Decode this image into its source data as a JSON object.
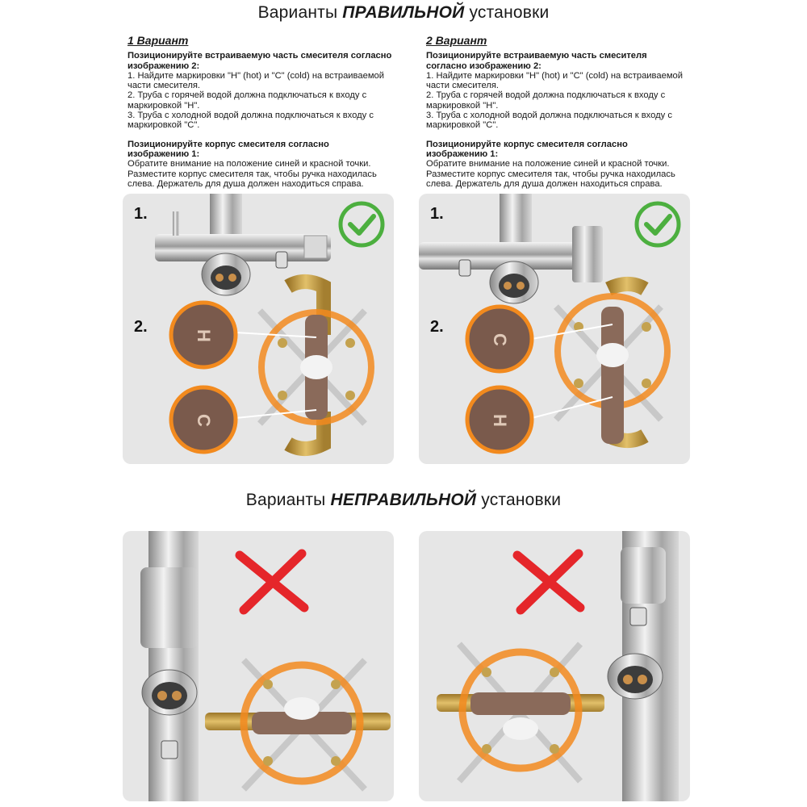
{
  "titles": {
    "correct_prefix": "Варианты ",
    "correct_bold": "ПРАВИЛЬНОЙ",
    "correct_suffix": " установки",
    "wrong_prefix": "Варианты ",
    "wrong_bold": "НЕПРАВИЛЬНОЙ",
    "wrong_suffix": " установки"
  },
  "variant1": {
    "heading": "1 Вариант",
    "block1_title_a": "Позиционируйте встраиваемую часть смесителя согласно",
    "block1_title_b": "изображению 2:",
    "lines1": [
      "1. Найдите маркировки \"H\" (hot) и \"C\" (cold) на встраиваемой",
      "части смесителя.",
      "2. Труба с горячей водой должна подключаться к входу с",
      "маркировкой \"H\".",
      "3. Труба с холодной водой должна подключаться к входу с",
      "маркировкой \"C\"."
    ],
    "block2_title_a": "Позиционируйте корпус смесителя согласно",
    "block2_title_b": "изображению 1:",
    "lines2": [
      "Обратите внимание на положение синей и красной точки.",
      "Разместите корпус смесителя так, чтобы ручка находилась",
      "слева. Держатель для душа должен находиться справа."
    ]
  },
  "variant2": {
    "heading": "2 Вариант",
    "block1_title_a": "Позиционируйте встраиваемую часть смесителя",
    "block1_title_b": "согласно изображению 2:",
    "lines1": [
      "1. Найдите маркировки \"H\" (hot) и \"C\" (cold) на встраиваемой",
      "части смесителя.",
      "2. Труба с горячей водой должна подключаться к входу с",
      "маркировкой \"H\".",
      "3. Труба с холодной водой должна подключаться к входу с",
      "маркировкой \"C\"."
    ],
    "block2_title_a": "Позиционируйте корпус смесителя согласно",
    "block2_title_b": "изображению 1:",
    "lines2": [
      "Обратите внимание на положение синей и красной точки.",
      "Разместите корпус смесителя так, чтобы ручка находилась",
      "слева. Держатель для душа должен находиться справа."
    ]
  },
  "panels": {
    "step1": "1.",
    "step2": "2.",
    "mark_h": "H",
    "mark_c": "C"
  },
  "colors": {
    "check_green": "#4caf3f",
    "cross_red": "#e5262a",
    "orange_ring": "#f28a1e",
    "brass": "#c9a24a",
    "panel_bg": "#e6e6e6"
  }
}
